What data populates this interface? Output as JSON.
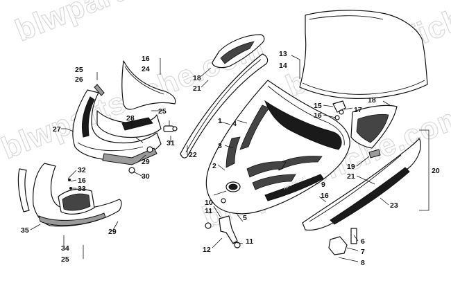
{
  "watermarks": [
    "blwpartsfiche.com",
    "blwpartsfiche.com",
    "blwpartsfiche.com",
    "blwpartsfiche.com"
  ],
  "callouts": [
    {
      "id": "c1",
      "text": "1"
    },
    {
      "id": "c2",
      "text": "2"
    },
    {
      "id": "c3",
      "text": "3"
    },
    {
      "id": "c4",
      "text": "4"
    },
    {
      "id": "c5",
      "text": "5"
    },
    {
      "id": "c6",
      "text": "6"
    },
    {
      "id": "c7",
      "text": "7"
    },
    {
      "id": "c8",
      "text": "8"
    },
    {
      "id": "c9",
      "text": "9"
    },
    {
      "id": "c10",
      "text": "10"
    },
    {
      "id": "c11a",
      "text": "11"
    },
    {
      "id": "c11b",
      "text": "11"
    },
    {
      "id": "c12",
      "text": "12"
    },
    {
      "id": "c13",
      "text": "13"
    },
    {
      "id": "c14",
      "text": "14"
    },
    {
      "id": "c15",
      "text": "15"
    },
    {
      "id": "c16a",
      "text": "16"
    },
    {
      "id": "c16b",
      "text": "16"
    },
    {
      "id": "c16c",
      "text": "16"
    },
    {
      "id": "c16d",
      "text": "16"
    },
    {
      "id": "c17",
      "text": "17"
    },
    {
      "id": "c18a",
      "text": "18"
    },
    {
      "id": "c18b",
      "text": "18"
    },
    {
      "id": "c19",
      "text": "19"
    },
    {
      "id": "c20",
      "text": "20"
    },
    {
      "id": "c21a",
      "text": "21"
    },
    {
      "id": "c21b",
      "text": "21"
    },
    {
      "id": "c22",
      "text": "22"
    },
    {
      "id": "c23",
      "text": "23"
    },
    {
      "id": "c24",
      "text": "24"
    },
    {
      "id": "c25a",
      "text": "25"
    },
    {
      "id": "c25b",
      "text": "25"
    },
    {
      "id": "c25c",
      "text": "25"
    },
    {
      "id": "c26",
      "text": "26"
    },
    {
      "id": "c27",
      "text": "27"
    },
    {
      "id": "c28",
      "text": "28"
    },
    {
      "id": "c29a",
      "text": "29"
    },
    {
      "id": "c29b",
      "text": "29"
    },
    {
      "id": "c30",
      "text": "30"
    },
    {
      "id": "c31",
      "text": "31"
    },
    {
      "id": "c32",
      "text": "32"
    },
    {
      "id": "c33",
      "text": "33"
    },
    {
      "id": "c34",
      "text": "34"
    },
    {
      "id": "c35",
      "text": "35"
    }
  ],
  "hood_brand": "ARCTIC CAT"
}
